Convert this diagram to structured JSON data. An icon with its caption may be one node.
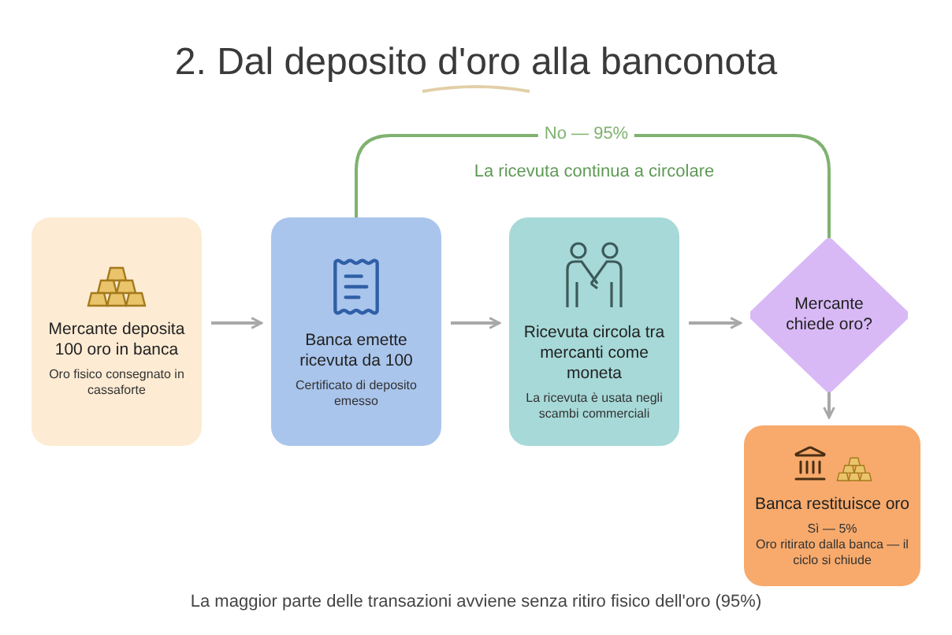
{
  "diagram": {
    "title": "2. Dal deposito d'oro alla banconota",
    "nodes": [
      {
        "text": [
          "Mercante deposita 100 oro in banca",
          "Oro fisico consegnato in cassaforte"
        ]
      },
      {
        "text": [
          "Banca emette ricevuta da 100",
          "Certificato di deposito emesso"
        ]
      },
      {
        "text": [
          "Ricevuta circola tra mercanti come moneta",
          "La ricevuta è usata negli scambi commerciali"
        ]
      },
      {
        "text": [
          "Mercante chiede oro?"
        ]
      },
      {
        "text": [
          "Banca restituisce oro",
          "Sì — 5%",
          "Oro ritirato dalla banca — il ciclo si chiude"
        ]
      }
    ],
    "edges": [
      {
        "from": 0,
        "to": 1,
        "arrow": "to"
      },
      {
        "from": 1,
        "to": 2,
        "arrow": "to"
      },
      {
        "from": 2,
        "to": 3,
        "arrow": "to"
      },
      {
        "from": 3,
        "to": 4,
        "arrow": "to"
      },
      {
        "from": 3,
        "to": 1,
        "arrow": "none",
        "label": "No — 95%",
        "color": "#7fb26f"
      }
    ],
    "labels": [
      "La ricevuta continua a circolare",
      "La maggior parte delle transazioni avviene senza ritiro fisico dell'oro (95%)"
    ]
  }
}
